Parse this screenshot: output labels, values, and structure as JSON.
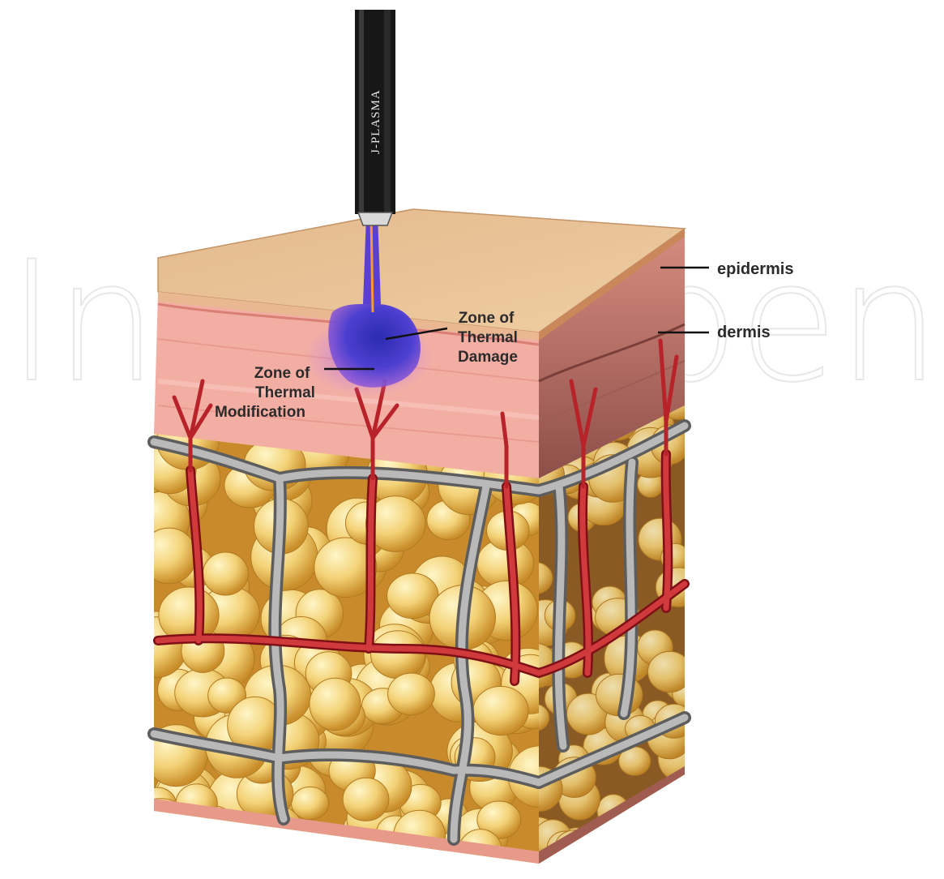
{
  "device": {
    "brand_text": "J-PLASMA"
  },
  "watermark": {
    "text": "IntechOpen"
  },
  "labels": {
    "epidermis": "epidermis",
    "dermis": "dermis",
    "thermal_damage": [
      "Zone of",
      "Thermal",
      "Damage"
    ],
    "thermal_modification": [
      "Zone of",
      "Thermal",
      "Modification"
    ]
  },
  "colors": {
    "epidermis_top": "#e9c59a",
    "dermis": "#f2a8a0",
    "dermis_side": "#b8695e",
    "fat": "#f1cf6a",
    "septa": "#8c8c8c",
    "vessel": "#c4222a",
    "plasma": "#4a3fc0",
    "probe": "#1a1a1a"
  }
}
